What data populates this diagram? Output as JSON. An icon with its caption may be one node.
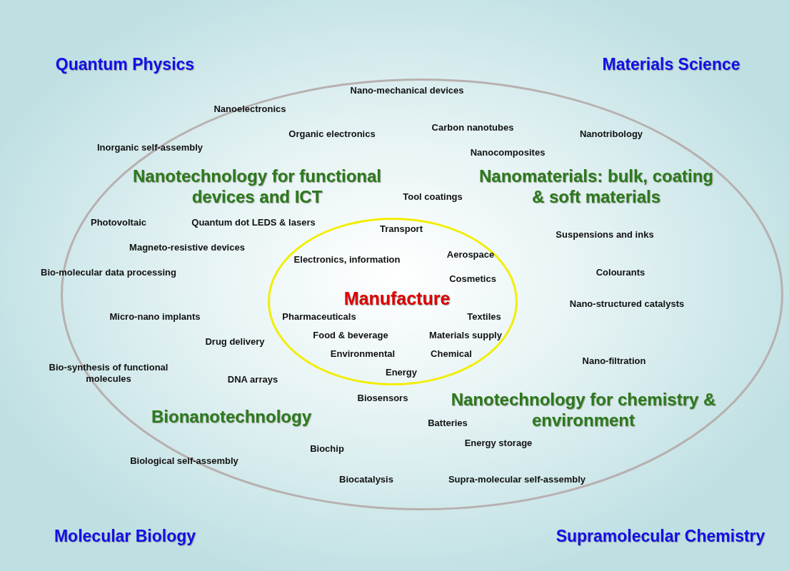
{
  "diagram": {
    "nodes": [
      {
        "text": [
          "Nano-mechanical devices",
          "Nanoelectronics",
          "Organic electronics",
          "Carbon nanotubes",
          "Nanotribology",
          "Inorganic self-assembly",
          "Nanocomposites",
          "Nanotechnology for functional devices and ICT",
          "Tool coatings",
          "Nanomaterials: bulk, coating & soft materials",
          "Photovoltaic",
          "Quantum dot LEDS & lasers",
          "Suspensions and inks",
          "Magneto-resistive devices",
          "Bio-molecular data processing",
          "Colourants",
          "Nano-structured catalysts",
          "Micro-nano implants",
          "Drug delivery",
          "Bio-synthesis of functional molecules",
          "Nano-filtration",
          "DNA arrays",
          "Biosensors",
          "Nanotechnology for chemistry & environment",
          "Bionanotechnology",
          "Batteries",
          "Energy storage",
          "Biochip",
          "Biological self-assembly",
          "Biocatalysis",
          "Supra-molecular self-assembly"
        ]
      },
      {
        "text": [
          "Transport",
          "Electronics, information",
          "Aerospace",
          "Cosmetics",
          "Manufacture",
          "Pharmaceuticals",
          "Textiles",
          "Food & beverage",
          "Materials supply",
          "Environmental",
          "Chemical",
          "Energy"
        ],
        "in": 0
      }
    ],
    "labels": [
      "Quantum Physics",
      "Materials Science",
      "Molecular Biology",
      "Supramolecular Chemistry"
    ]
  }
}
